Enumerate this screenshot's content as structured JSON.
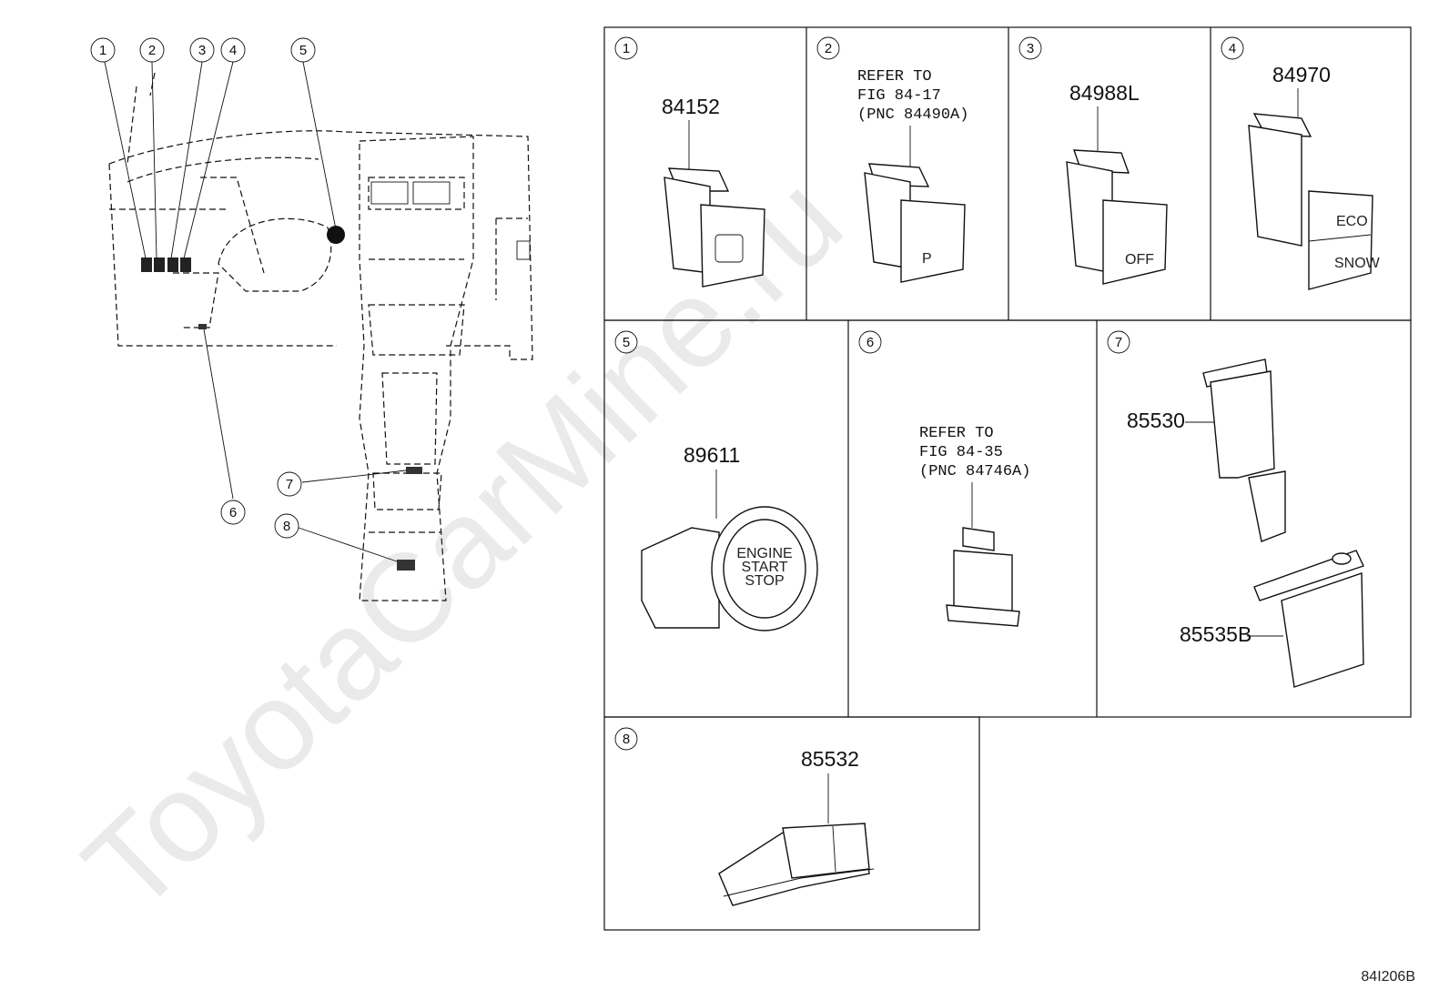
{
  "watermark": "ToyotaCarMine.ru",
  "figure_code": "84I206B",
  "overview": {
    "callouts": [
      "1",
      "2",
      "3",
      "4",
      "5",
      "6",
      "7",
      "8"
    ]
  },
  "panels": [
    {
      "num": "1",
      "part": "84152",
      "refer": ""
    },
    {
      "num": "2",
      "part": "",
      "refer_lines": [
        "REFER TO",
        "FIG 84-17",
        "(PNC 84490A)"
      ]
    },
    {
      "num": "3",
      "part": "84988L",
      "refer": ""
    },
    {
      "num": "4",
      "part": "84970",
      "refer": ""
    },
    {
      "num": "5",
      "part": "89611",
      "button_text": [
        "ENGINE",
        "START",
        "STOP"
      ]
    },
    {
      "num": "6",
      "part": "",
      "refer_lines": [
        "REFER TO",
        "FIG 84-35",
        "(PNC 84746A)"
      ]
    },
    {
      "num": "7",
      "parts": [
        "85530",
        "85535B"
      ]
    },
    {
      "num": "8",
      "part": "85532"
    }
  ],
  "switch_labels": {
    "p2": "P",
    "p3": "OFF",
    "p4_top": "ECO",
    "p4_bottom": "SNOW"
  }
}
